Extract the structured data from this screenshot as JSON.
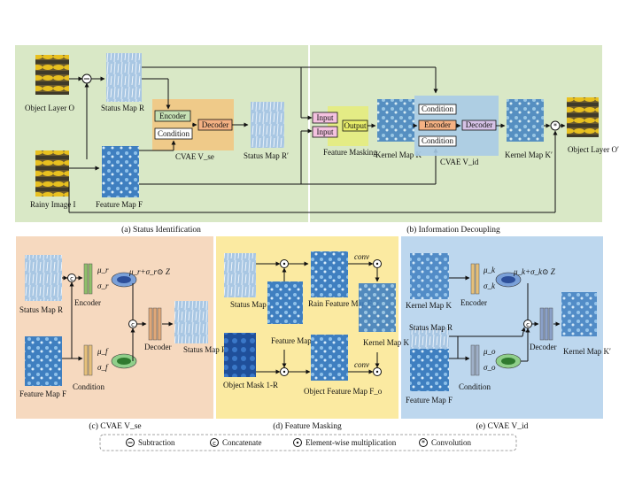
{
  "panel_a": {
    "object_layer": "Object Layer O",
    "status_map": "Status Map R",
    "encoder": "Encoder",
    "condition": "Condition",
    "decoder": "Decoder",
    "cvae": "CVAE V_se",
    "status_map_prime": "Status Map R′",
    "rainy_image": "Rainy Image I",
    "feature_map": "Feature Map F",
    "caption": "(a) Status Identification"
  },
  "panel_b": {
    "input1": "Input",
    "input2": "Input",
    "output": "Output",
    "feature_masking": "Feature Masking",
    "kernel_map": "Kernel Map K",
    "condition_top": "Condition",
    "encoder": "Encoder",
    "decoder": "Decoder",
    "condition_bottom": "Condition",
    "cvae": "CVAE V_id",
    "kernel_map_prime": "Kernel Map K′",
    "object_layer_prime": "Object Layer O′",
    "caption": "(b) Information Decoupling"
  },
  "panel_c": {
    "status_map": "Status Map R",
    "encoder": "Encoder",
    "mu_r": "μ_r",
    "sigma_r": "σ_r",
    "formula": "μ_r+σ_r⊙ Z",
    "decoder": "Decoder",
    "status_map_prime": "Status Map R′",
    "feature_map": "Feature Map F",
    "condition": "Condition",
    "mu_f": "μ_f",
    "sigma_f": "σ_f",
    "caption": "(c) CVAE V_se"
  },
  "panel_d": {
    "status_map": "Status Map R",
    "feature_map": "Feature Map F",
    "rain_feature_map": "Rain Feature Map F_r",
    "conv_top": "conv",
    "kernel_map": "Kernel Map K",
    "object_mask": "Object Mask 1-R",
    "object_feature_map": "Object Feature Map F_o",
    "conv_bottom": "conv",
    "caption": "(d) Feature Masking"
  },
  "panel_e": {
    "kernel_map": "Kernel Map K",
    "encoder": "Encoder",
    "mu_k": "μ_k",
    "sigma_k": "σ_k",
    "formula": "μ_k+σ_k⊙ Z",
    "decoder": "Decoder",
    "kernel_map_prime": "Kernel Map K′",
    "status_map": "Status Map R",
    "feature_map": "Feature Map F",
    "condition": "Condition",
    "mu_o": "μ_o",
    "sigma_o": "σ_o",
    "caption": "(e) CVAE V_id"
  },
  "legend": {
    "subtraction": "Subtraction",
    "concatenate": "Concatenate",
    "multiplication": "Element-wise multiplication",
    "convolution": "Convolution"
  },
  "colors": {
    "panel_green": "#d9e8c6",
    "panel_peach": "#f6d9bf",
    "panel_yellow": "#fbeaa1",
    "panel_blue": "#bdd7ee",
    "cvae_orange": "#f2c47e",
    "cvae_blue": "#a9cbe5",
    "encoder_green": "#c6e0b4",
    "decoder_orange": "#f4b183",
    "input_pink": "#f4c2e0",
    "output_yellow": "#e8ee6a"
  }
}
